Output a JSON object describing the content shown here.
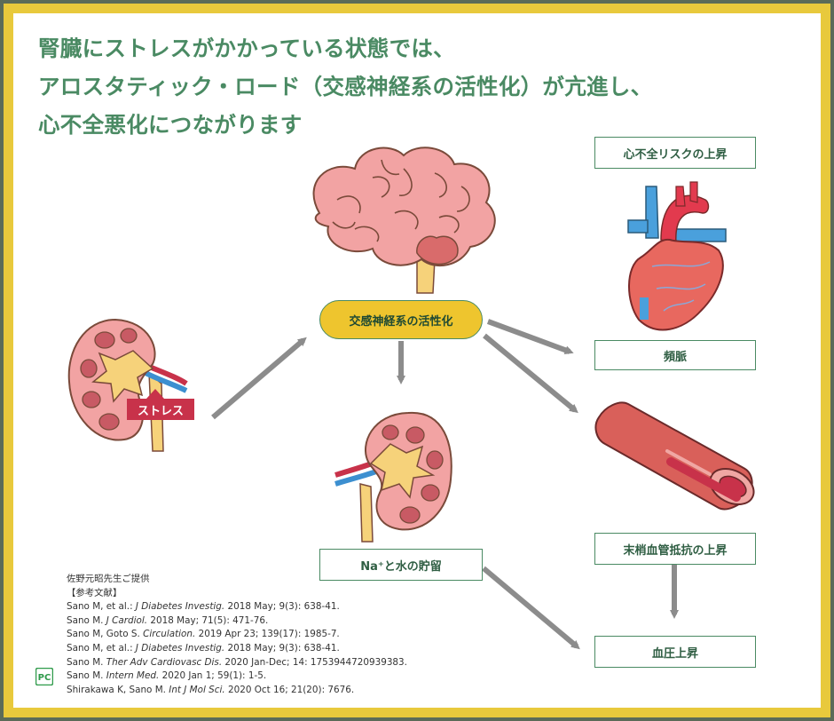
{
  "title": {
    "line1": "腎臓にストレスがかかっている状態では、",
    "line2": "アロスタティック・ロード（交感神経系の活性化）が亢進し、",
    "line3": "心不全悪化につながります"
  },
  "labels": {
    "stress": "ストレス",
    "sympathetic": "交感神経系の活性化",
    "heart_failure_risk": "心不全リスクの上昇",
    "tachycardia": "頻脈",
    "na_water": "Na⁺と水の貯留",
    "peripheral_resistance": "末梢血管抵抗の上昇",
    "blood_pressure": "血圧上昇"
  },
  "references": {
    "provider": "佐野元昭先生ご提供",
    "heading": "【参考文献】",
    "items": [
      {
        "pre": "Sano M, et al.: ",
        "journal": "J Diabetes Investig.",
        "post": " 2018 May; 9(3): 638-41."
      },
      {
        "pre": "Sano M. ",
        "journal": "J Cardiol.",
        "post": " 2018 May; 71(5): 471-76."
      },
      {
        "pre": "Sano M, Goto S. ",
        "journal": "Circulation.",
        "post": " 2019 Apr 23; 139(17): 1985-7."
      },
      {
        "pre": "Sano M, et al.: ",
        "journal": "J Diabetes Investig.",
        "post": " 2018 May; 9(3): 638-41."
      },
      {
        "pre": "Sano M. ",
        "journal": "Ther Adv Cardiovasc Dis.",
        "post": " 2020 Jan-Dec; 14: 1753944720939383."
      },
      {
        "pre": "Sano M. ",
        "journal": "Intern Med.",
        "post": " 2020 Jan 1; 59(1): 1-5."
      },
      {
        "pre": "Shirakawa K, Sano M. ",
        "journal": "Int J Mol Sci.",
        "post": " 2020 Oct 16; 21(20): 7676."
      }
    ]
  },
  "logo": {
    "text": "PC"
  },
  "colors": {
    "frame": "#e8c93c",
    "border": "#5b6b58",
    "title": "#4a8a63",
    "box_border": "#4a8a63",
    "pill": "#eec52e",
    "stress": "#c8324a",
    "arrow": "#8c8c8c"
  }
}
